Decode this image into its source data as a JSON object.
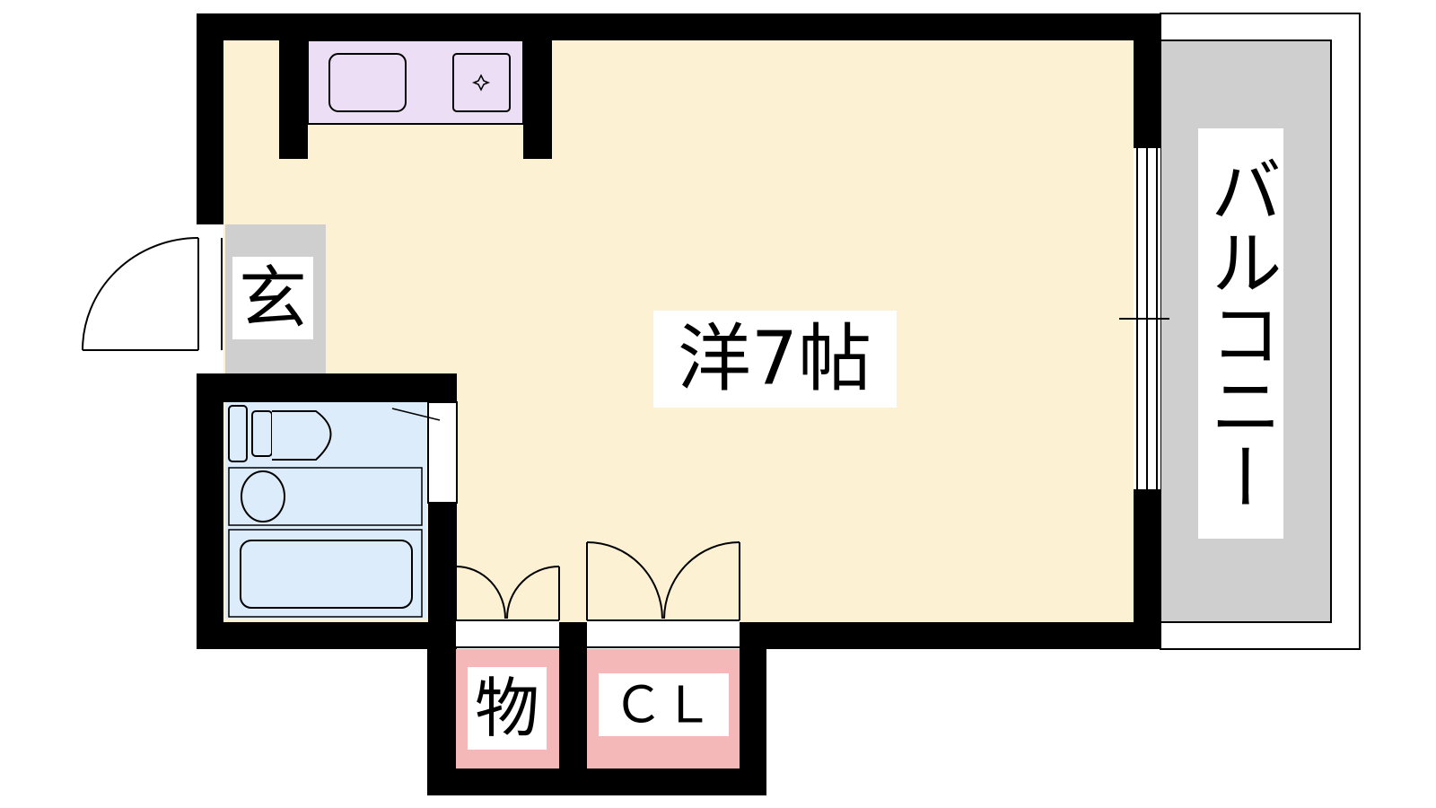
{
  "floor_plan": {
    "main_room_label": "洋7帖",
    "entrance_label": "玄",
    "storage_label": "物",
    "closet_label": "ＣＬ",
    "balcony_label": "バルコニー",
    "colors": {
      "wall": "#000000",
      "room_floor": "#fdf1d3",
      "entrance_floor": "#cfcfcf",
      "balcony_floor": "#cfcfcf",
      "bathroom_floor": "#dcecfb",
      "kitchen": "#ecdff5",
      "storage_floor": "#f5b8b8",
      "label_background": "#ffffff"
    }
  }
}
